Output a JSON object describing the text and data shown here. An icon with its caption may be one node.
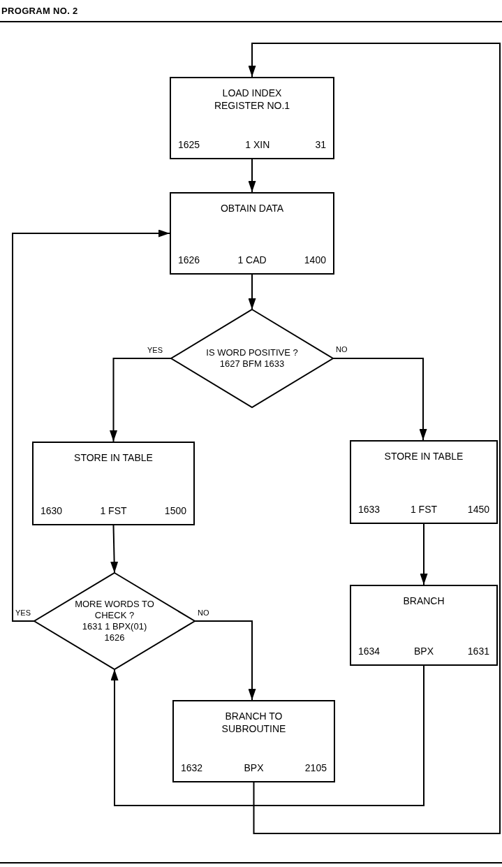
{
  "diagram": {
    "title": "PROGRAM NO. 2",
    "nodes": [
      {
        "text": [
          "LOAD INDEX REGISTER NO.1",
          "1625",
          "1 XIN",
          "31"
        ]
      },
      {
        "text": [
          "OBTAIN DATA",
          "1626",
          "1 CAD",
          "1400"
        ]
      },
      {
        "text": [
          "IS WORD POSITIVE ?",
          "1627 BFM 1633"
        ]
      },
      {
        "text": [
          "STORE IN TABLE",
          "1630",
          "1 FST",
          "1500"
        ]
      },
      {
        "text": [
          "STORE IN TABLE",
          "1633",
          "1 FST",
          "1450"
        ]
      },
      {
        "text": [
          "MORE WORDS TO CHECK ?",
          "1631 1 BPX(01)",
          "1626"
        ]
      },
      {
        "text": [
          "BRANCH",
          "1634",
          "BPX",
          "1631"
        ]
      },
      {
        "text": [
          "BRANCH TO SUBROUTINE",
          "1632",
          "BPX",
          "2105"
        ]
      }
    ],
    "edges": [
      {
        "from": 7,
        "to": 0,
        "arrow": "to"
      },
      {
        "from": 0,
        "to": 1,
        "arrow": "to"
      },
      {
        "from": 5,
        "to": 1,
        "arrow": "to",
        "label": "YES"
      },
      {
        "from": 1,
        "to": 2,
        "arrow": "to"
      },
      {
        "from": 2,
        "to": 3,
        "arrow": "to",
        "label": "YES"
      },
      {
        "from": 2,
        "to": 4,
        "arrow": "to",
        "label": "NO"
      },
      {
        "from": 3,
        "to": 5,
        "arrow": "to"
      },
      {
        "from": 4,
        "to": 6,
        "arrow": "to"
      },
      {
        "from": 5,
        "to": 7,
        "arrow": "to",
        "label": "NO"
      },
      {
        "from": 6,
        "to": 5,
        "arrow": "to"
      }
    ]
  }
}
